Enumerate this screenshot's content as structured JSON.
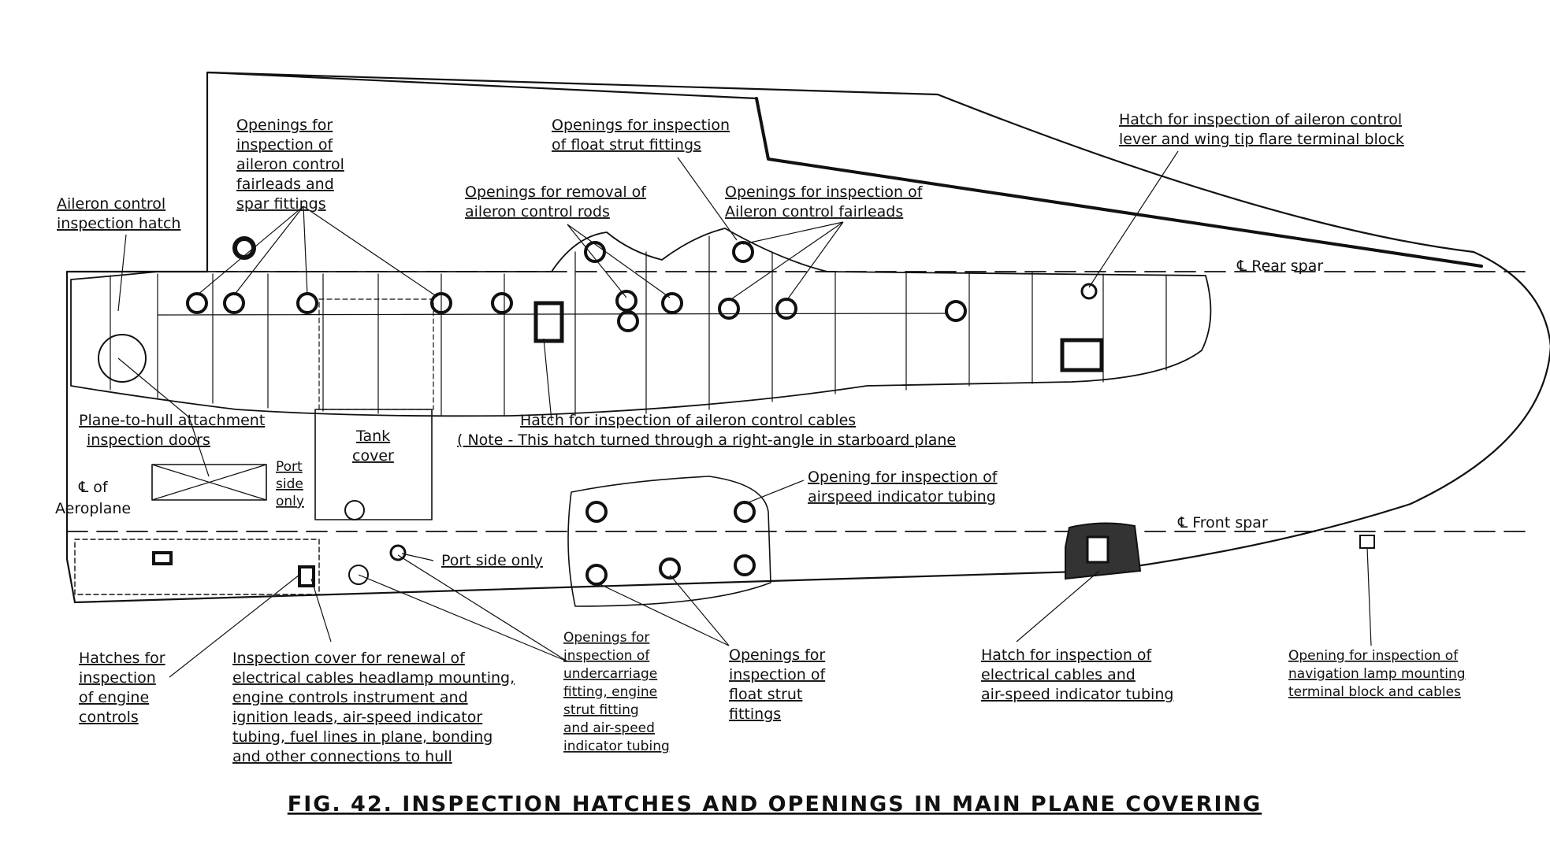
{
  "figure": {
    "caption": "FIG. 42.  INSPECTION HATCHES AND OPENINGS IN MAIN PLANE COVERING",
    "colors": {
      "ink": "#111111",
      "paper": "#ffffff"
    }
  },
  "axes_labels": {
    "rear_spar": "℄ Rear spar",
    "front_spar": "℄ Front spar",
    "centre_line": [
      "℄ of",
      "Aeroplane"
    ]
  },
  "labels": {
    "aileron_fairleads_spar": [
      "Openings for",
      "inspection of",
      "aileron control",
      "fairleads and",
      "spar fittings"
    ],
    "aileron_hatch": [
      "Aileron control",
      "inspection hatch"
    ],
    "float_strut_top": [
      "Openings for inspection",
      "of float strut fittings"
    ],
    "removal_rods": [
      "Openings for removal of",
      "aileron control rods"
    ],
    "aileron_fairleads": [
      "Openings for inspection of",
      "Aileron control fairleads"
    ],
    "aileron_lever": [
      "Hatch for inspection of aileron control",
      "lever and wing tip flare terminal block"
    ],
    "hull_doors": [
      "Plane-to-hull attachment",
      "inspection doors"
    ],
    "tank_cover": [
      "Tank",
      "cover"
    ],
    "port_side": [
      "Port",
      "side",
      "only"
    ],
    "aileron_cables": [
      "Hatch for inspection of aileron control cables",
      "( Note - This hatch turned through a right-angle in starboard plane"
    ],
    "airspeed_tubing": [
      "Opening for inspection of",
      "airspeed indicator tubing"
    ],
    "port_side_only": "Port side only",
    "engine_controls": [
      "Hatches for",
      "inspection",
      "of engine",
      "controls"
    ],
    "headlamp": [
      "Inspection cover for renewal of",
      "electrical cables headlamp mounting,",
      "engine controls instrument and",
      "ignition leads, air-speed indicator",
      "tubing, fuel lines in plane, bonding",
      "and other connections to hull"
    ],
    "undercarriage": [
      "Openings for",
      "inspection of",
      "undercarriage",
      "fitting, engine",
      "strut fitting",
      "and air-speed",
      "indicator tubing"
    ],
    "float_strut_bottom": [
      "Openings for",
      "inspection of",
      "float strut",
      "fittings"
    ],
    "electrical_cables": [
      "Hatch for inspection of",
      "electrical cables and",
      "air-speed indicator tubing"
    ],
    "nav_lamp": [
      "Opening for inspection of",
      "navigation lamp mounting",
      "terminal block and cables"
    ]
  }
}
